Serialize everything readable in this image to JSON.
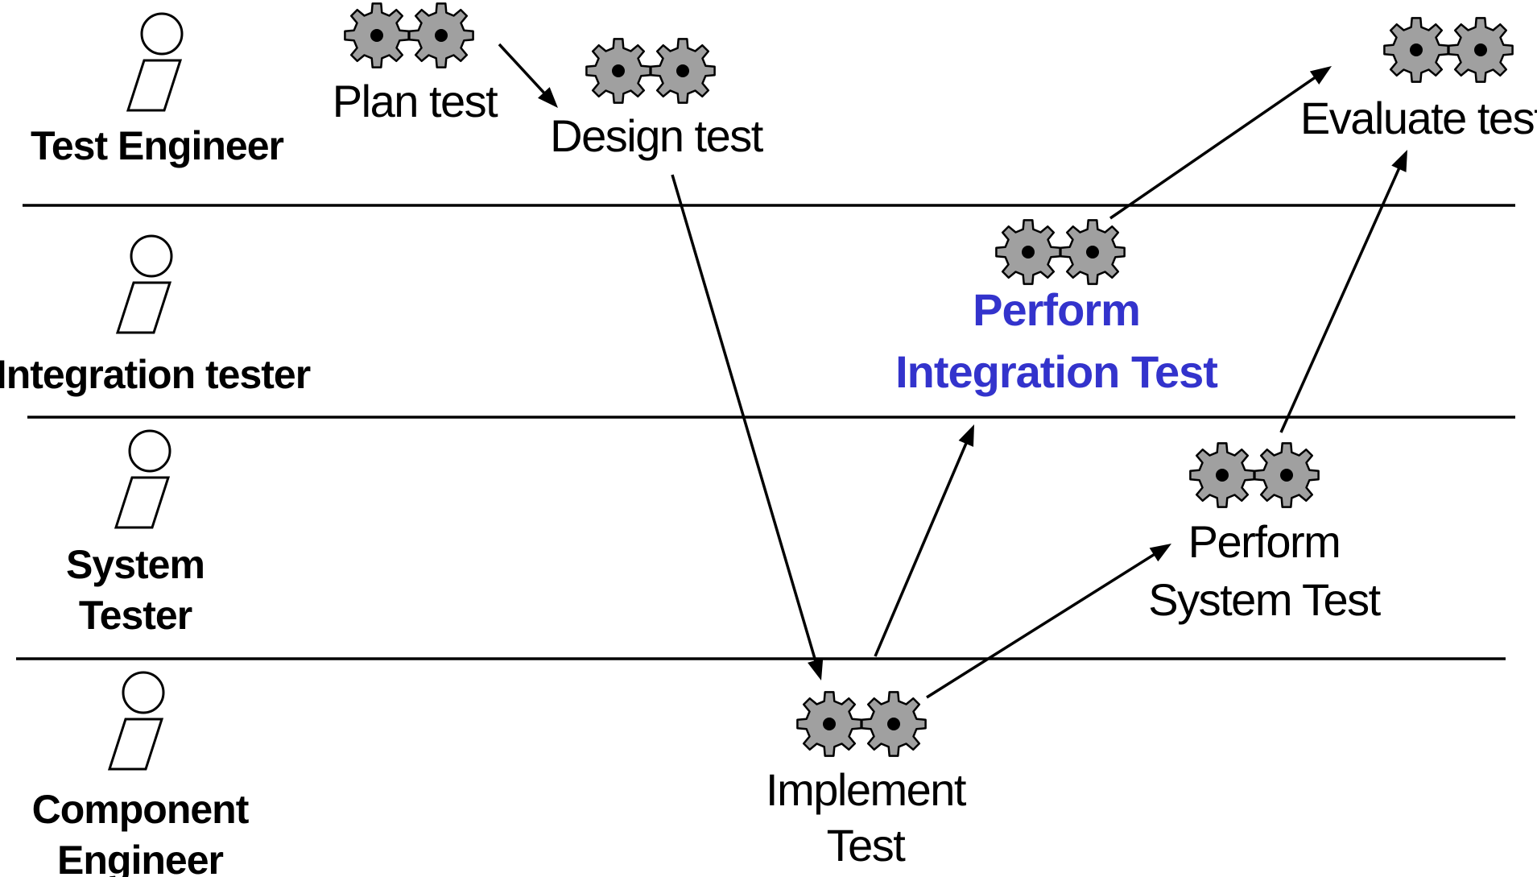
{
  "diagram": {
    "highlight_color": "#3333cc",
    "actors": [
      {
        "id": "test-engineer",
        "lines": [
          "Test Engineer"
        ]
      },
      {
        "id": "integration-tester",
        "lines": [
          "Integration tester"
        ]
      },
      {
        "id": "system-tester",
        "lines": [
          "System",
          "Tester"
        ]
      },
      {
        "id": "component-engineer",
        "lines": [
          "Component",
          "Engineer"
        ]
      }
    ],
    "activities": [
      {
        "id": "plan-test",
        "lines": [
          "Plan test"
        ],
        "icon": "gears-icon",
        "highlight": false
      },
      {
        "id": "design-test",
        "lines": [
          "Design test"
        ],
        "icon": "gears-icon",
        "highlight": false
      },
      {
        "id": "implement-test",
        "lines": [
          "Implement",
          "Test"
        ],
        "icon": "gears-icon",
        "highlight": false
      },
      {
        "id": "perform-integration-test",
        "lines": [
          "Perform",
          "Integration Test"
        ],
        "icon": "gears-icon",
        "highlight": true
      },
      {
        "id": "perform-system-test",
        "lines": [
          "Perform",
          "System Test"
        ],
        "icon": "gears-icon",
        "highlight": false
      },
      {
        "id": "evaluate-test",
        "lines": [
          "Evaluate test"
        ],
        "icon": "gears-icon",
        "highlight": false
      }
    ],
    "flows": [
      {
        "from": "plan-test",
        "to": "design-test"
      },
      {
        "from": "design-test",
        "to": "implement-test"
      },
      {
        "from": "implement-test",
        "to": "perform-integration-test"
      },
      {
        "from": "implement-test",
        "to": "perform-system-test"
      },
      {
        "from": "perform-integration-test",
        "to": "evaluate-test"
      },
      {
        "from": "perform-system-test",
        "to": "evaluate-test"
      }
    ]
  }
}
